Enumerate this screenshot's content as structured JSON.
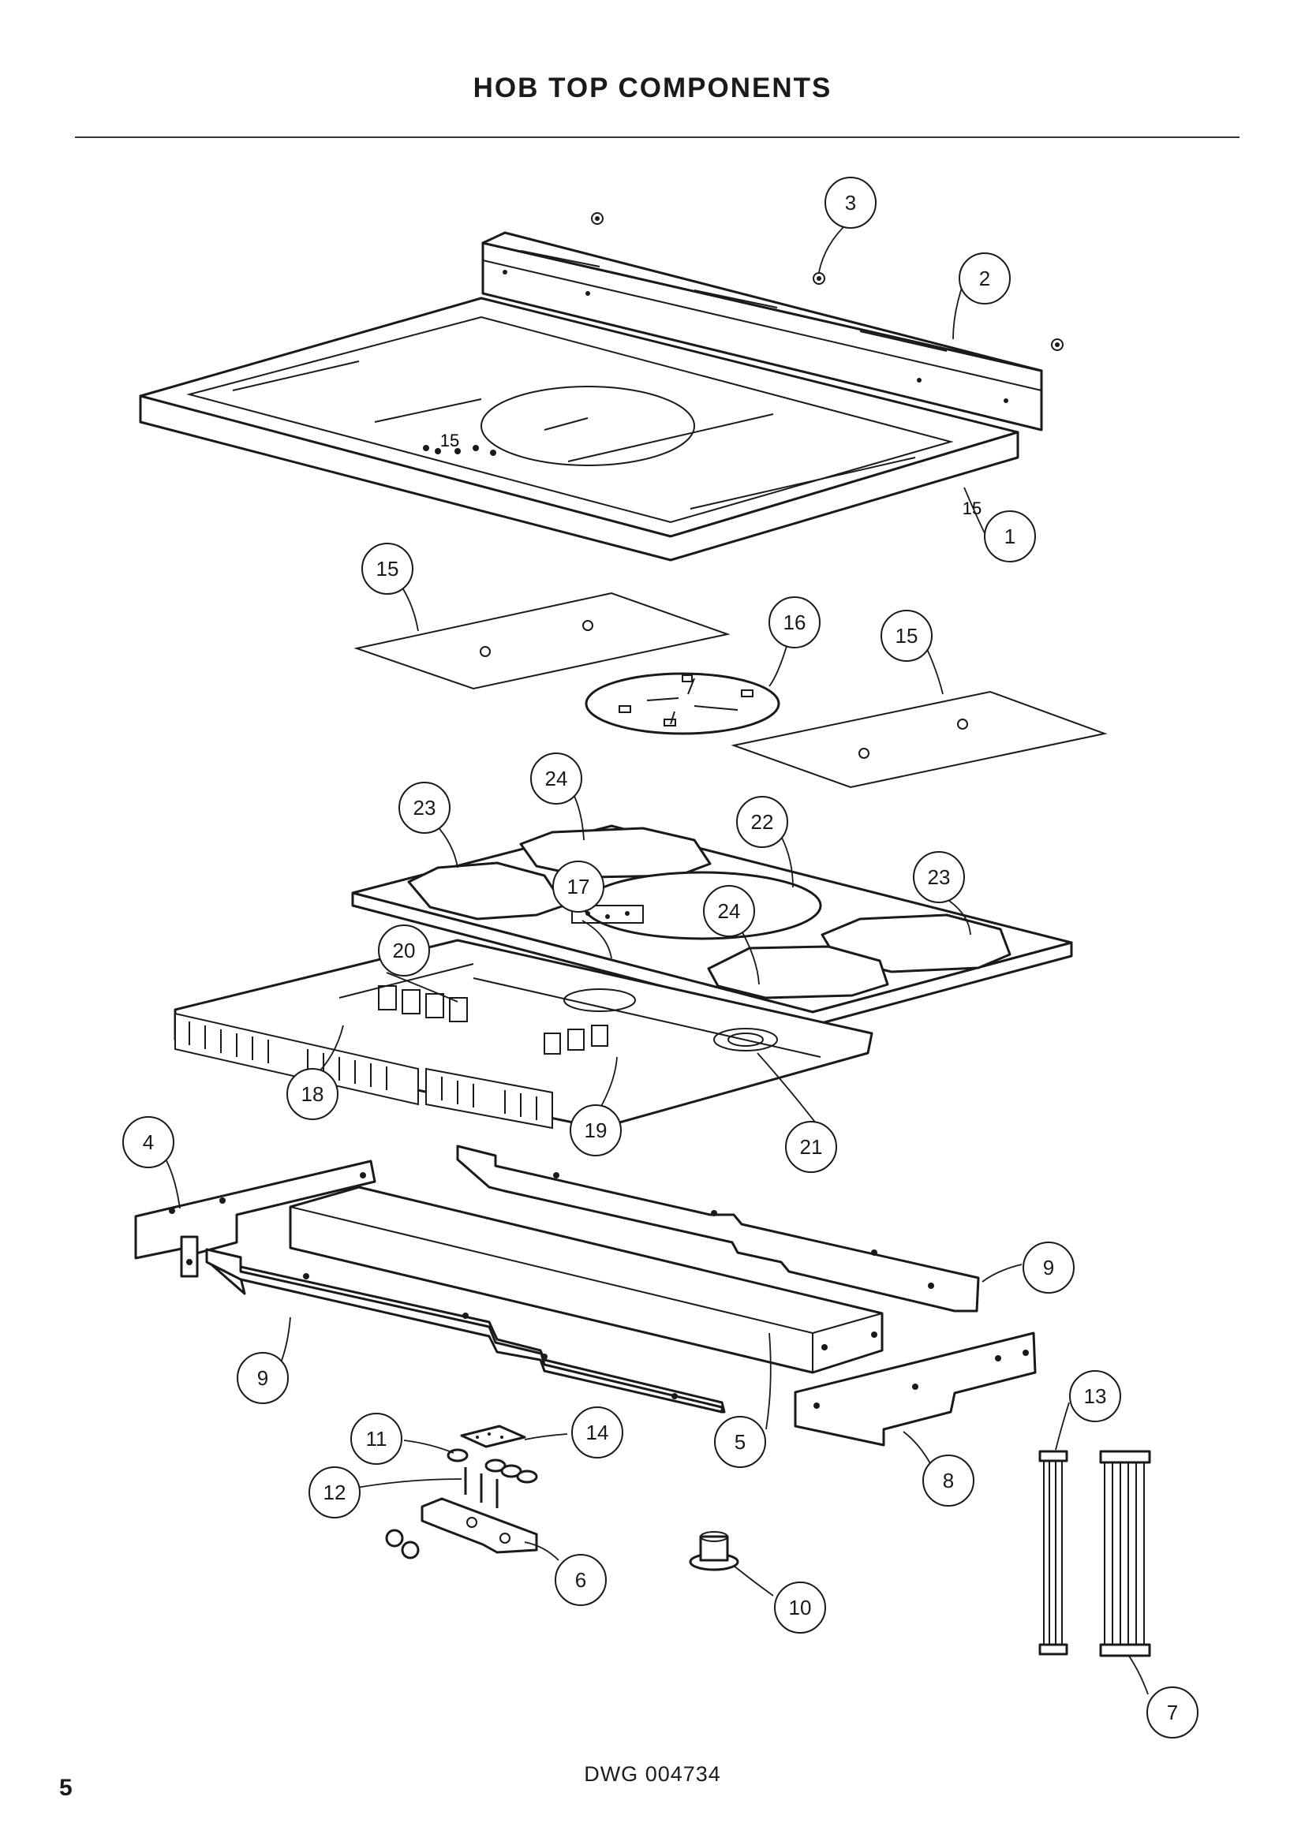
{
  "page": {
    "title": "HOB TOP COMPONENTS",
    "drawing_number": "DWG 004734",
    "page_number": "5"
  },
  "callouts": [
    {
      "id": "c1",
      "label": "1"
    },
    {
      "id": "c2",
      "label": "2"
    },
    {
      "id": "c3",
      "label": "3"
    },
    {
      "id": "c4",
      "label": "4"
    },
    {
      "id": "c5",
      "label": "5"
    },
    {
      "id": "c6",
      "label": "6"
    },
    {
      "id": "c7",
      "label": "7"
    },
    {
      "id": "c8",
      "label": "8"
    },
    {
      "id": "c9a",
      "label": "9"
    },
    {
      "id": "c9b",
      "label": "9"
    },
    {
      "id": "c10",
      "label": "10"
    },
    {
      "id": "c11",
      "label": "11"
    },
    {
      "id": "c12",
      "label": "12"
    },
    {
      "id": "c13",
      "label": "13"
    },
    {
      "id": "c14",
      "label": "14"
    },
    {
      "id": "c15a",
      "label": "15"
    },
    {
      "id": "c15b",
      "label": "15"
    },
    {
      "id": "c16",
      "label": "16"
    },
    {
      "id": "c17",
      "label": "17"
    },
    {
      "id": "c18",
      "label": "18"
    },
    {
      "id": "c19",
      "label": "19"
    },
    {
      "id": "c20",
      "label": "20"
    },
    {
      "id": "c21",
      "label": "21"
    },
    {
      "id": "c22",
      "label": "22"
    },
    {
      "id": "c23a",
      "label": "23"
    },
    {
      "id": "c23b",
      "label": "23"
    },
    {
      "id": "c24a",
      "label": "24"
    },
    {
      "id": "c24b",
      "label": "24"
    }
  ],
  "inline_labels": {
    "glass_label_a": "15",
    "glass_label_b": "15"
  }
}
